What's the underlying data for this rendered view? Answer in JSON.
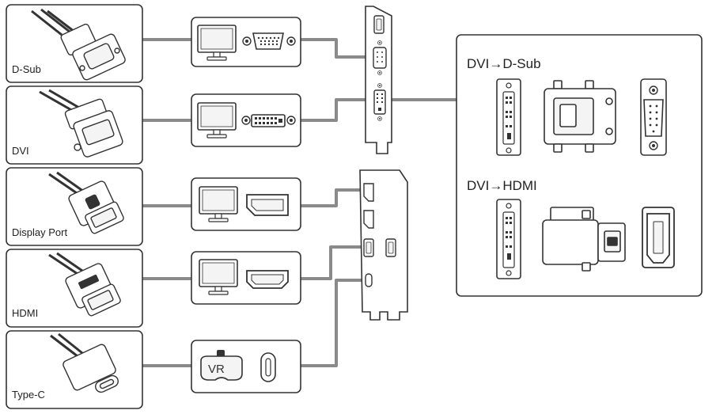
{
  "cables": [
    {
      "label": "D-Sub"
    },
    {
      "label": "DVI"
    },
    {
      "label": "Display Port"
    },
    {
      "label": "HDMI"
    },
    {
      "label": "Type-C"
    }
  ],
  "devices": {
    "vr_label": "VR"
  },
  "adapters": {
    "title_dsub": "DVI→D-Sub",
    "title_hdmi": "DVI→HDMI"
  },
  "colors": {
    "line": "#8a8a8a",
    "stroke": "#333333",
    "fill_light": "#f4f4f4"
  }
}
